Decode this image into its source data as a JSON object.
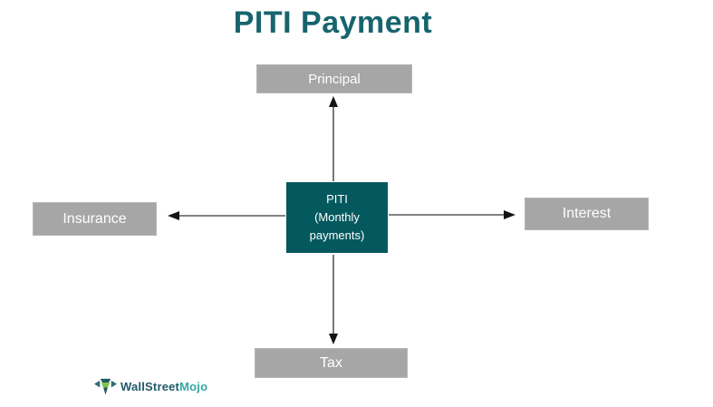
{
  "title": "PITI Payment",
  "colors": {
    "title_text": "#17646E",
    "center_box_bg": "#04595F",
    "node_bg": "#A6A6A6",
    "node_text": "#FFFFFF",
    "arrow_line": "#595959",
    "arrow_head": "#141414",
    "brand_primary": "#215A68",
    "brand_accent": "#35A7A5"
  },
  "diagram": {
    "center": {
      "lines": {
        "0": "PITI",
        "1": "(Monthly",
        "2": "payments)"
      }
    },
    "nodes": {
      "0": {
        "id": "principal",
        "label": "Principal",
        "position": "top"
      },
      "1": {
        "id": "interest",
        "label": "Interest",
        "position": "right"
      },
      "2": {
        "id": "tax",
        "label": "Tax",
        "position": "bottom"
      },
      "3": {
        "id": "insurance",
        "label": "Insurance",
        "position": "left"
      }
    },
    "connections": {
      "0": "center -> principal",
      "1": "center -> interest",
      "2": "center -> tax",
      "3": "center -> insurance"
    }
  },
  "footer": {
    "brand_part1": "WallStreet",
    "brand_part2": "Mojo"
  }
}
